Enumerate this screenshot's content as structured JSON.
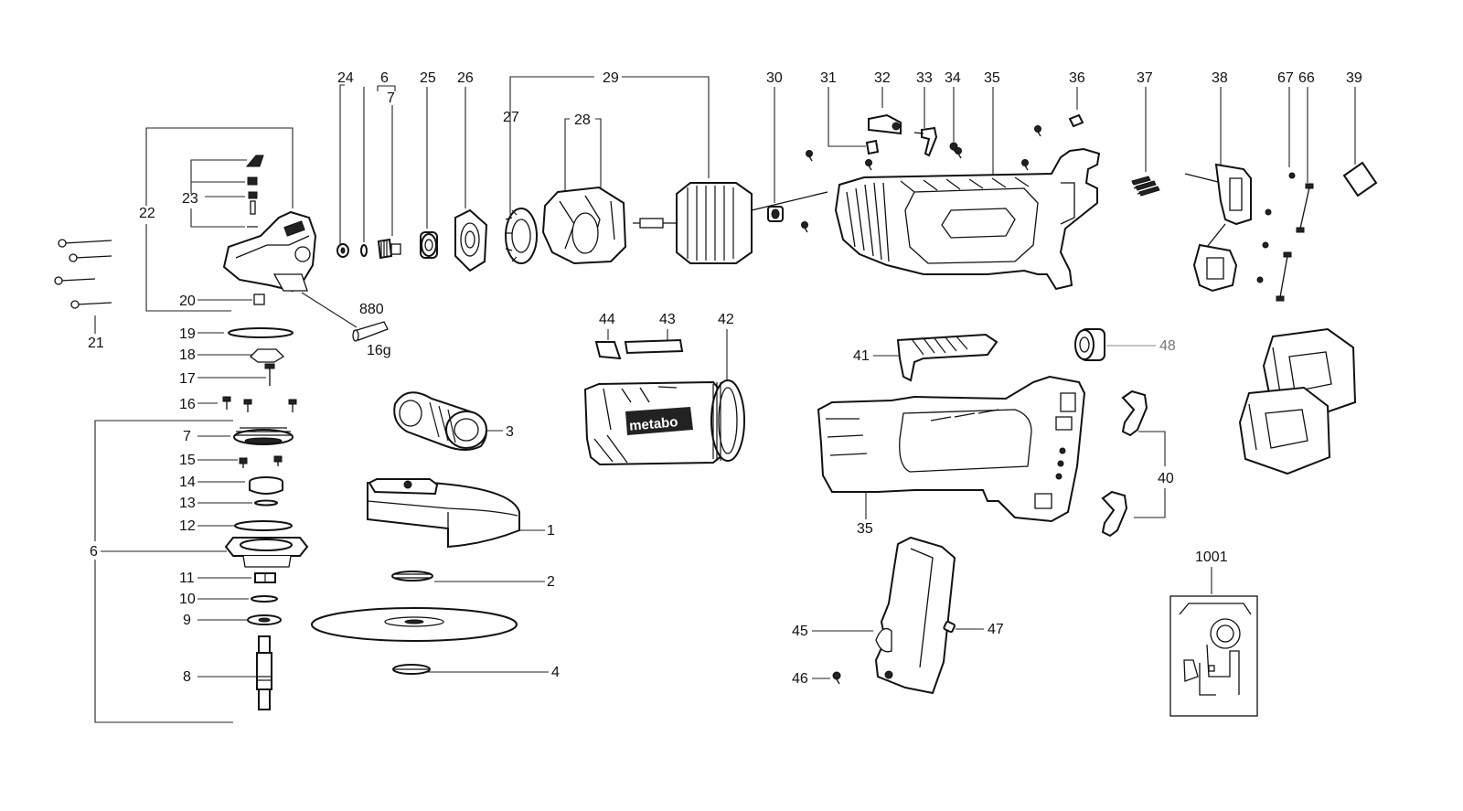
{
  "diagram": {
    "brand_logo": "metabo",
    "labels": {
      "l24": "24",
      "l6a": "6",
      "l7a": "7",
      "l25": "25",
      "l26": "26",
      "l29": "29",
      "l27": "27",
      "l28": "28",
      "l30": "30",
      "l31": "31",
      "l32": "32",
      "l33": "33",
      "l34": "34",
      "l35a": "35",
      "l36": "36",
      "l37": "37",
      "l38": "38",
      "l67": "67",
      "l66": "66",
      "l39": "39",
      "l22": "22",
      "l23": "23",
      "l20": "20",
      "l21": "21",
      "l880": "880",
      "l16g": "16g",
      "l19": "19",
      "l18": "18",
      "l17": "17",
      "l16": "16",
      "l7b": "7",
      "l15": "15",
      "l14": "14",
      "l13": "13",
      "l12": "12",
      "l6b": "6",
      "l11": "11",
      "l10": "10",
      "l9": "9",
      "l8": "8",
      "l3": "3",
      "l1": "1",
      "l2": "2",
      "l4": "4",
      "l44": "44",
      "l43": "43",
      "l42": "42",
      "l41": "41",
      "l48": "48",
      "l40": "40",
      "l35b": "35",
      "l45": "45",
      "l46": "46",
      "l47": "47",
      "l1001": "1001"
    }
  }
}
